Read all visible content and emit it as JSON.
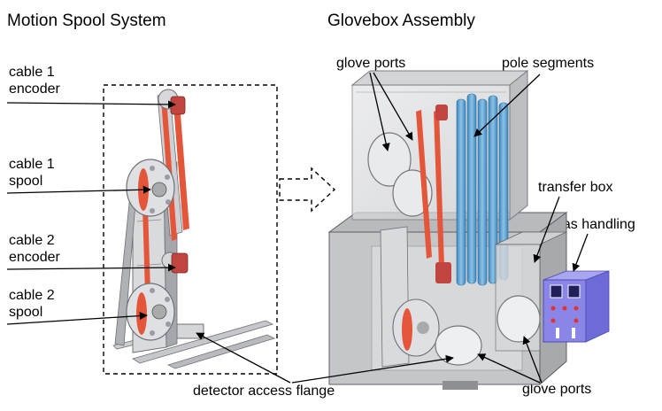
{
  "left_panel": {
    "title": "Motion Spool System",
    "labels": {
      "cable1_encoder": [
        "cable 1",
        "encoder"
      ],
      "cable1_spool": [
        "cable 1",
        "spool"
      ],
      "cable2_encoder": [
        "cable 2",
        "encoder"
      ],
      "cable2_spool": [
        "cable 2",
        "spool"
      ]
    }
  },
  "right_panel": {
    "title": "Glovebox Assembly",
    "labels": {
      "glove_ports_top": "glove ports",
      "pole_segments": "pole segments",
      "transfer_box": "transfer box",
      "gas_handling": "gas handling",
      "glove_ports_bottom": "glove ports"
    }
  },
  "bottom_label": "detector access flange",
  "colors": {
    "cable": "#e4563a",
    "encoder": "#c0453f",
    "pole": "#5aa2cf",
    "panel": "#8a86e8",
    "steel": "#b8b9bd",
    "glass": "#d8d9dc"
  }
}
